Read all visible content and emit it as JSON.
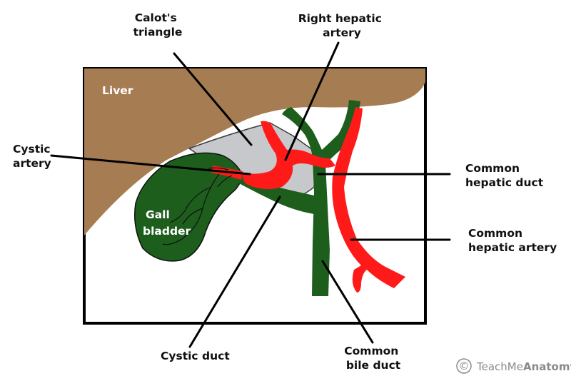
{
  "labels": {
    "calots_triangle": [
      "Calot's",
      "triangle"
    ],
    "right_hepatic_artery": [
      "Right hepatic",
      "artery"
    ],
    "liver": "Liver",
    "cystic_artery": [
      "Cystic",
      "artery"
    ],
    "common_hepatic_duct": [
      "Common",
      "hepatic duct"
    ],
    "gall_bladder": [
      "Gall",
      "bladder"
    ],
    "common_hepatic_artery": [
      "Common",
      "hepatic artery"
    ],
    "cystic_duct": "Cystic duct",
    "common_bile_duct": [
      "Common",
      "bile duct"
    ]
  },
  "watermark": {
    "symbol": "©",
    "brand_light": "TeachMe",
    "brand_bold": "Anatomy"
  },
  "colors": {
    "liver": "#a67c52",
    "duct": "#1d5e1d",
    "artery": "#ff1a1a",
    "calots_triangle": "#c6c8cb",
    "frame": "#000000",
    "label_text": "#111111"
  }
}
